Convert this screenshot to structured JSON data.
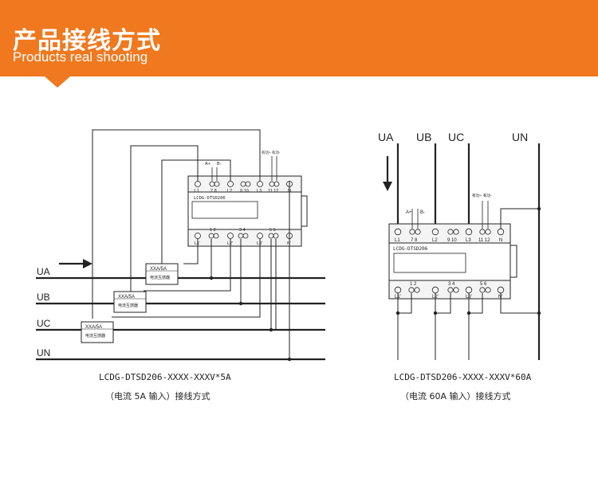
{
  "header": {
    "title_cn": "产品接线方式",
    "title_en": "Products real shooting",
    "accent_color": "#f0781e"
  },
  "left_diagram": {
    "phase_labels": [
      "UA",
      "UB",
      "UC",
      "UN"
    ],
    "meter_model": "LCDG-DTSD206",
    "top_terminals": [
      "L1",
      "7 8",
      "L2",
      "9 10",
      "L3",
      "11 12",
      "N"
    ],
    "bottom_terminals": [
      "L1'",
      "1 2",
      "L2'",
      "3 4",
      "L3'",
      "5 6",
      "N'"
    ],
    "pulse_labels": [
      "A+",
      "B-"
    ],
    "comm_labels": "有功+ 有功-",
    "ct_rating": "XXA/5A",
    "ct_name": "电流互感器",
    "caption_line1": "LCDG-DTSD206-XXXX-XXXV*5A",
    "caption_line2": "（电流 5A 输入）接线方式"
  },
  "right_diagram": {
    "phase_labels": [
      "UA",
      "UB",
      "UC",
      "UN"
    ],
    "meter_model": "LCDG-DTSD206",
    "top_terminals": [
      "L1",
      "7 8",
      "L2",
      "9 10",
      "L3",
      "11 12",
      "N"
    ],
    "bottom_terminals": [
      "L1'",
      "1 2",
      "L2'",
      "3 4",
      "L3'",
      "5 6",
      "N'"
    ],
    "pulse_labels": [
      "A+",
      "B-"
    ],
    "comm_labels": "有功+ 有功-",
    "caption_line1": "LCDG-DTSD206-XXXX-XXXV*60A",
    "caption_line2": "（电流 60A 输入）接线方式"
  }
}
